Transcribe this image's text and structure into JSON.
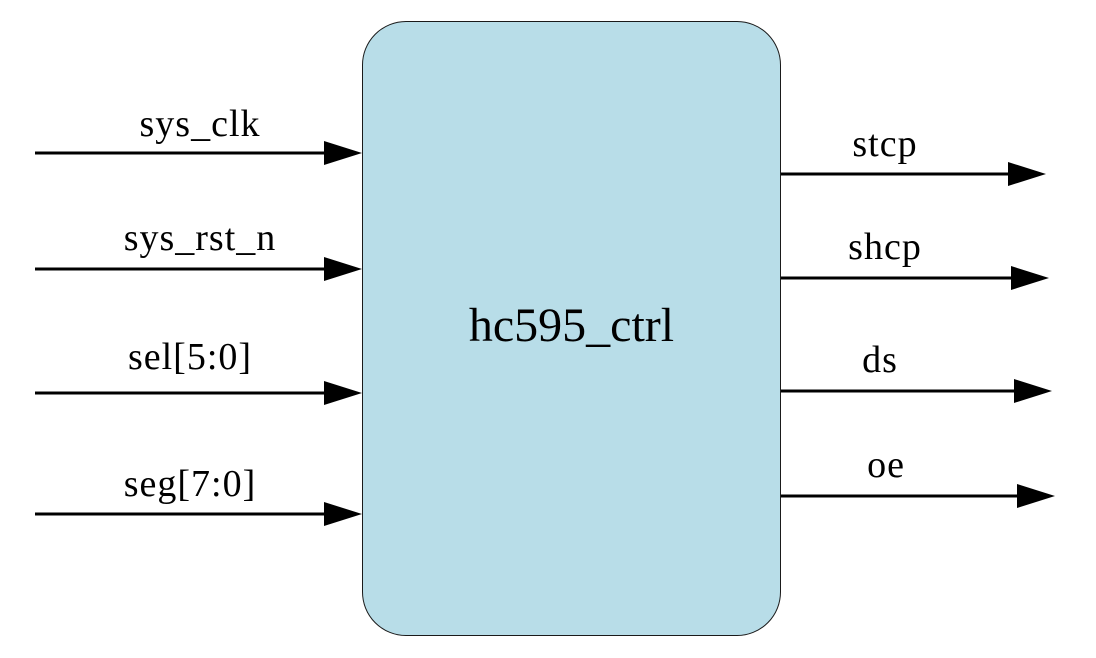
{
  "module": {
    "name": "hc595_ctrl",
    "fill": "#b8dde8"
  },
  "inputs": [
    {
      "label": "sys_clk"
    },
    {
      "label": "sys_rst_n"
    },
    {
      "label": "sel[5:0]"
    },
    {
      "label": "seg[7:0]"
    }
  ],
  "outputs": [
    {
      "label": "stcp"
    },
    {
      "label": "shcp"
    },
    {
      "label": "ds"
    },
    {
      "label": "oe"
    }
  ],
  "colors": {
    "line": "#000000",
    "border": "#1a1a1a"
  }
}
